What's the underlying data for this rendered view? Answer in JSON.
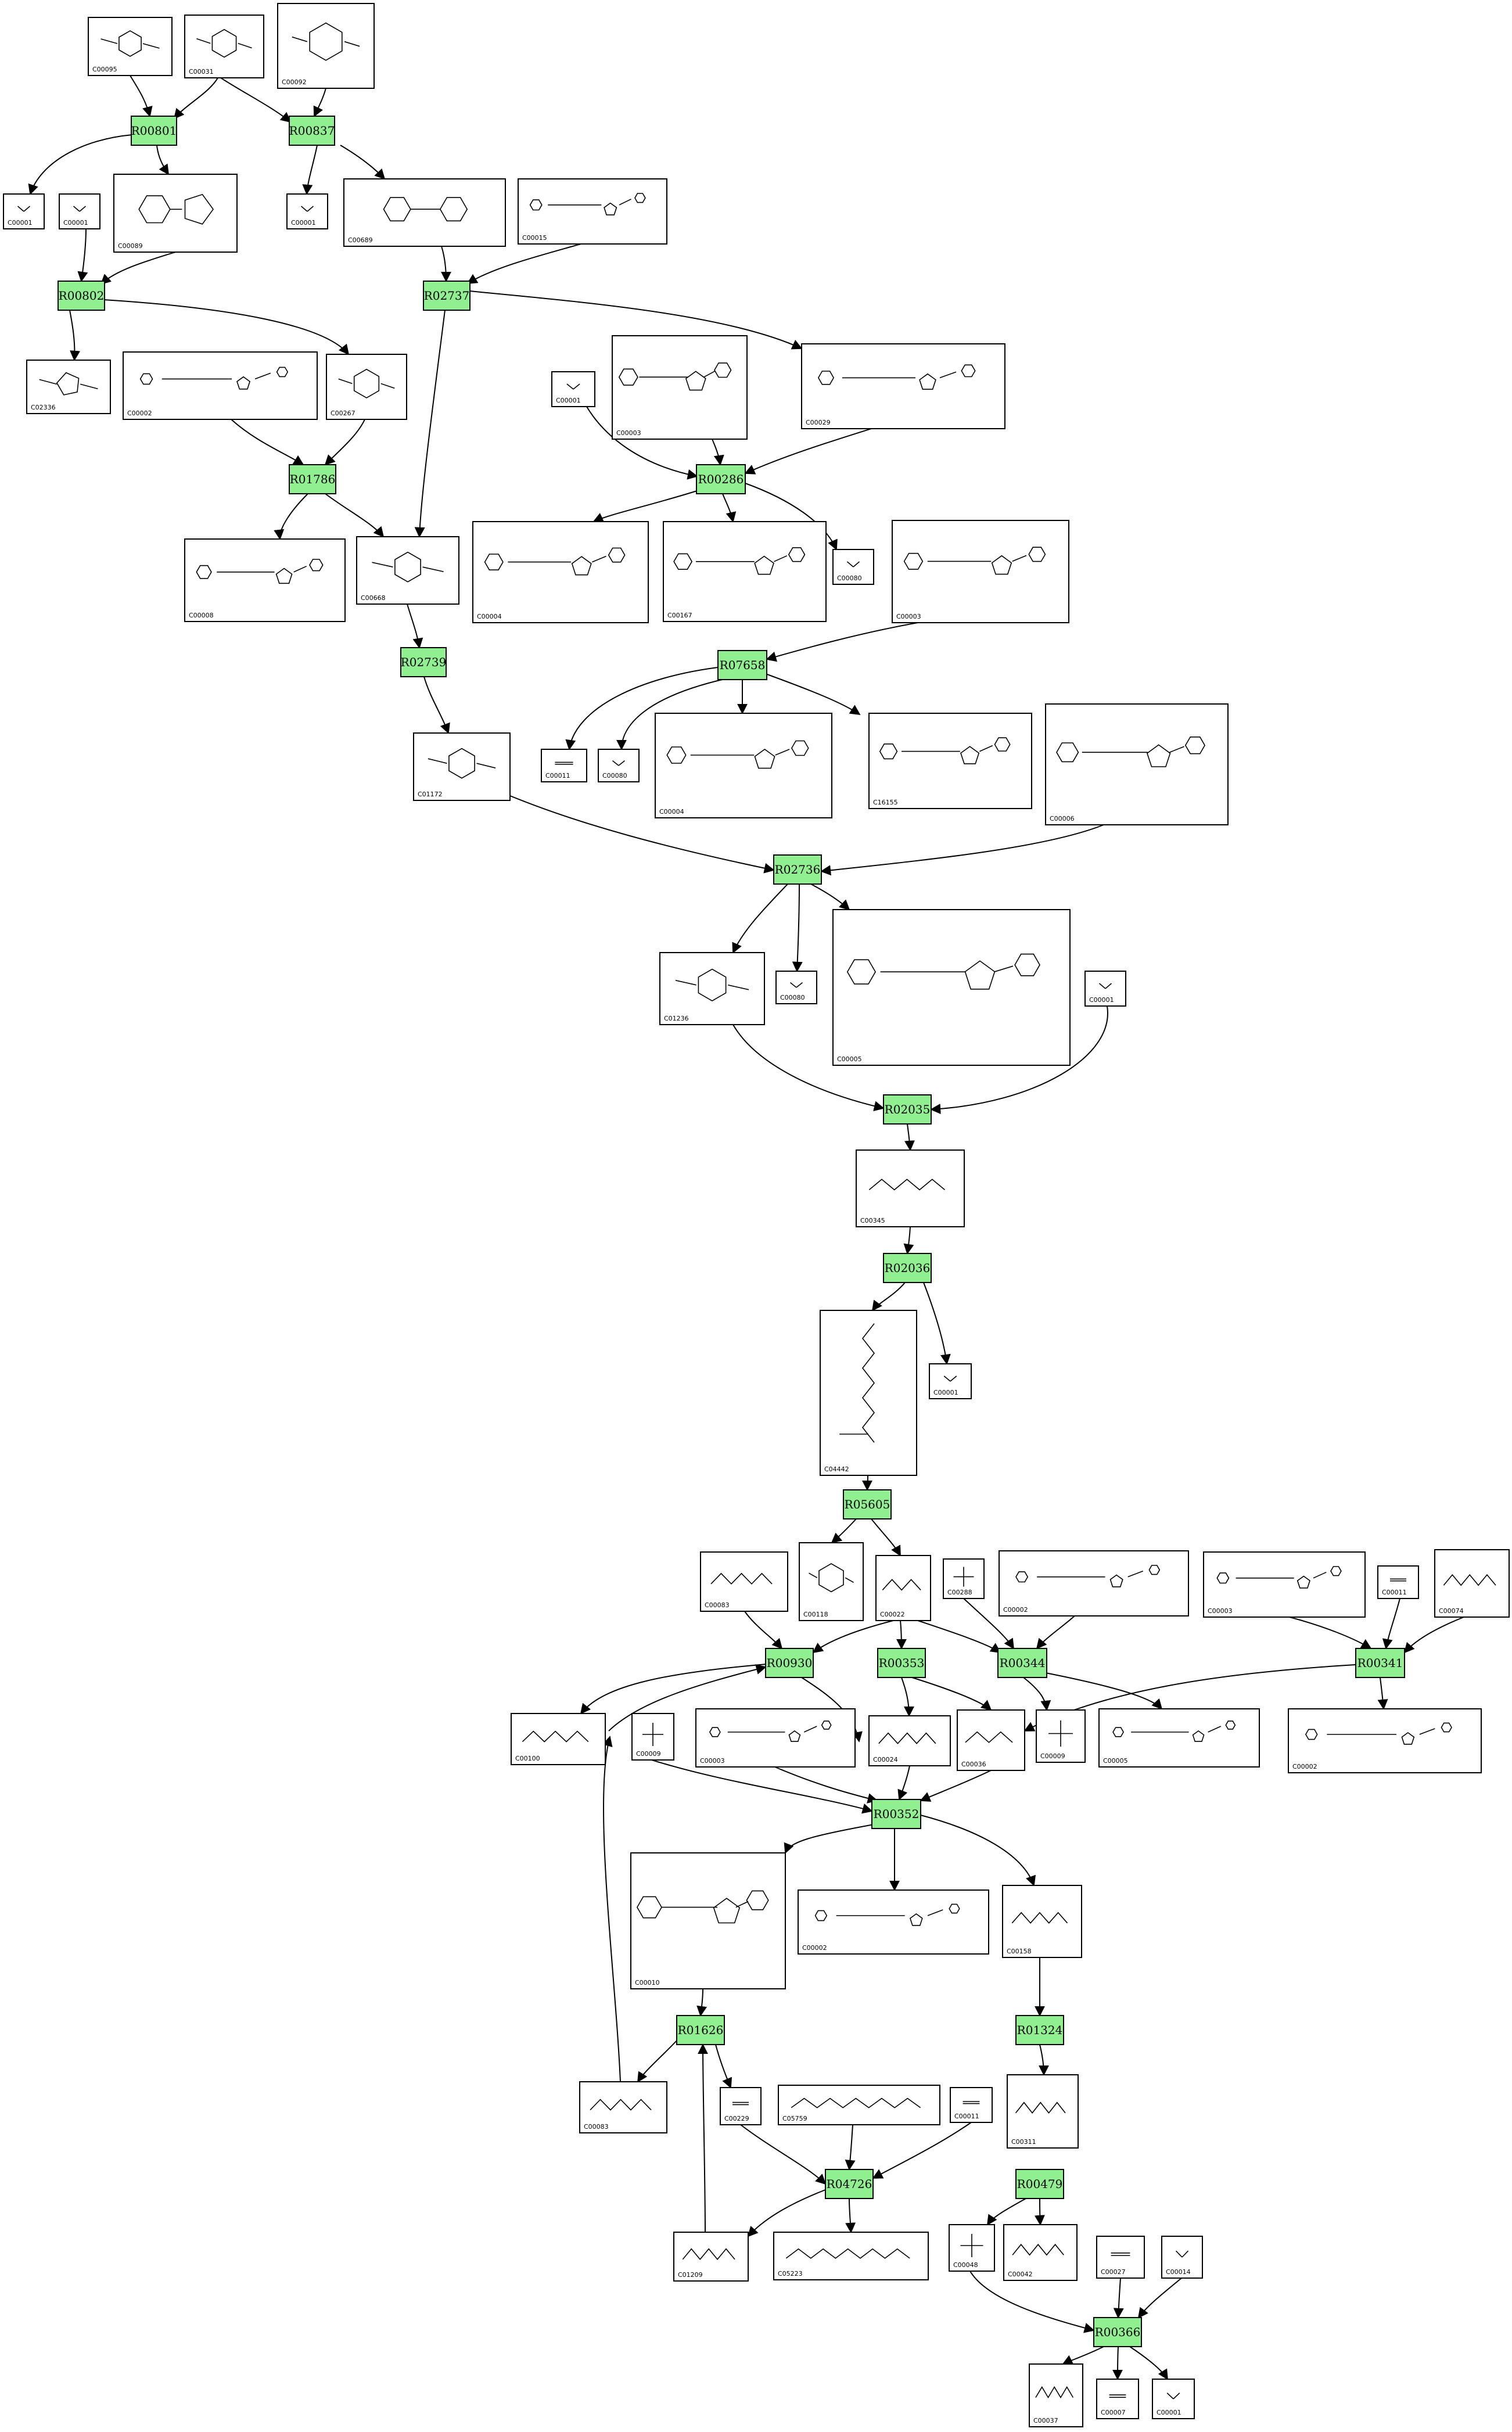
{
  "reactions": [
    {
      "id": "R00801"
    },
    {
      "id": "R00837"
    },
    {
      "id": "R00802"
    },
    {
      "id": "R02737"
    },
    {
      "id": "R01786"
    },
    {
      "id": "R00286"
    },
    {
      "id": "R02739"
    },
    {
      "id": "R07658"
    },
    {
      "id": "R02736"
    },
    {
      "id": "R02035"
    },
    {
      "id": "R02036"
    },
    {
      "id": "R05605"
    },
    {
      "id": "R00930"
    },
    {
      "id": "R00353"
    },
    {
      "id": "R00344"
    },
    {
      "id": "R00341"
    },
    {
      "id": "R00352"
    },
    {
      "id": "R01626"
    },
    {
      "id": "R01324"
    },
    {
      "id": "R04726"
    },
    {
      "id": "R00479"
    },
    {
      "id": "R00366"
    }
  ],
  "compounds": [
    {
      "id": "C00095"
    },
    {
      "id": "C00031"
    },
    {
      "id": "C00092"
    },
    {
      "id": "C00001"
    },
    {
      "id": "C00001"
    },
    {
      "id": "C00089"
    },
    {
      "id": "C00001"
    },
    {
      "id": "C00689"
    },
    {
      "id": "C00015"
    },
    {
      "id": "C02336"
    },
    {
      "id": "C00002"
    },
    {
      "id": "C00267"
    },
    {
      "id": "C00001"
    },
    {
      "id": "C00003"
    },
    {
      "id": "C00029"
    },
    {
      "id": "C00008"
    },
    {
      "id": "C00668"
    },
    {
      "id": "C00004"
    },
    {
      "id": "C00167"
    },
    {
      "id": "C00080"
    },
    {
      "id": "C00003"
    },
    {
      "id": "C00011"
    },
    {
      "id": "C00080"
    },
    {
      "id": "C00004"
    },
    {
      "id": "C16155"
    },
    {
      "id": "C00006"
    },
    {
      "id": "C01172"
    },
    {
      "id": "C01236"
    },
    {
      "id": "C00080"
    },
    {
      "id": "C00005"
    },
    {
      "id": "C00001"
    },
    {
      "id": "C00345"
    },
    {
      "id": "C04442"
    },
    {
      "id": "C00001"
    },
    {
      "id": "C00083"
    },
    {
      "id": "C00118"
    },
    {
      "id": "C00022"
    },
    {
      "id": "C00288"
    },
    {
      "id": "C00002"
    },
    {
      "id": "C00003"
    },
    {
      "id": "C00011"
    },
    {
      "id": "C00074"
    },
    {
      "id": "C00100"
    },
    {
      "id": "C00009"
    },
    {
      "id": "C00003"
    },
    {
      "id": "C00024"
    },
    {
      "id": "C00036"
    },
    {
      "id": "C00009"
    },
    {
      "id": "C00005"
    },
    {
      "id": "C00002"
    },
    {
      "id": "C00010"
    },
    {
      "id": "C00002"
    },
    {
      "id": "C00158"
    },
    {
      "id": "C00083"
    },
    {
      "id": "C00229"
    },
    {
      "id": "C05759"
    },
    {
      "id": "C00011"
    },
    {
      "id": "C00311"
    },
    {
      "id": "C01209"
    },
    {
      "id": "C05223"
    },
    {
      "id": "C00048"
    },
    {
      "id": "C00042"
    },
    {
      "id": "C00027"
    },
    {
      "id": "C00014"
    },
    {
      "id": "C00037"
    },
    {
      "id": "C00007"
    },
    {
      "id": "C00001"
    }
  ]
}
